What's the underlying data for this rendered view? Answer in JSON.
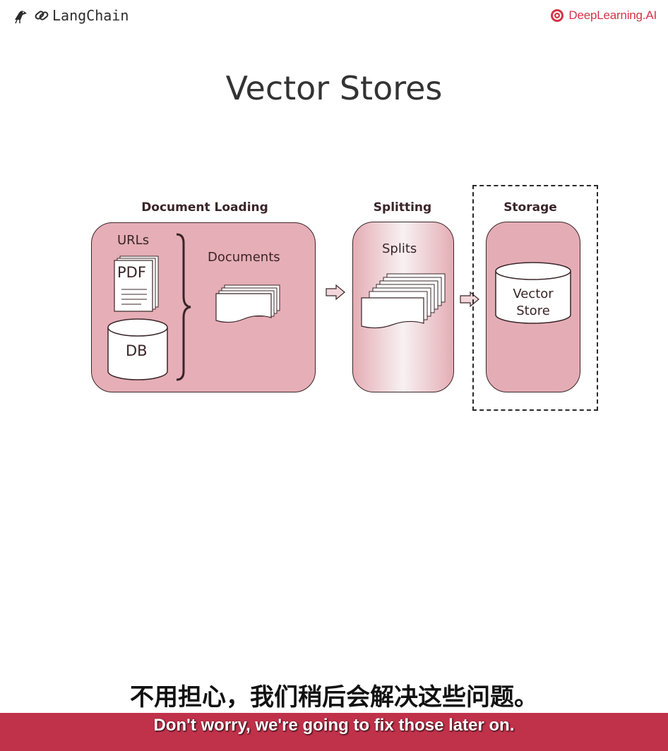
{
  "header": {
    "left_brand": "LangChain",
    "right_brand": "DeepLearning.AI"
  },
  "slide": {
    "title": "Vector Stores",
    "sections": {
      "loading": {
        "title": "Document Loading",
        "urls": "URLs",
        "pdf": "PDF",
        "db": "DB",
        "documents": "Documents"
      },
      "splitting": {
        "title": "Splitting",
        "splits": "Splits"
      },
      "storage": {
        "title": "Storage",
        "store_line1": "Vector",
        "store_line2": "Store"
      }
    }
  },
  "subtitles": {
    "chinese": "不用担心，我们稍后会解决这些问题。",
    "english": "Don't worry, we're going to fix those later on."
  },
  "colors": {
    "panel_fill": "#e4adb5",
    "accent": "#c0314a",
    "brand_red": "#d63447"
  },
  "icons": [
    "parrot-icon",
    "chain-link-icon",
    "deeplearning-logo-icon",
    "arrow-right-icon"
  ]
}
